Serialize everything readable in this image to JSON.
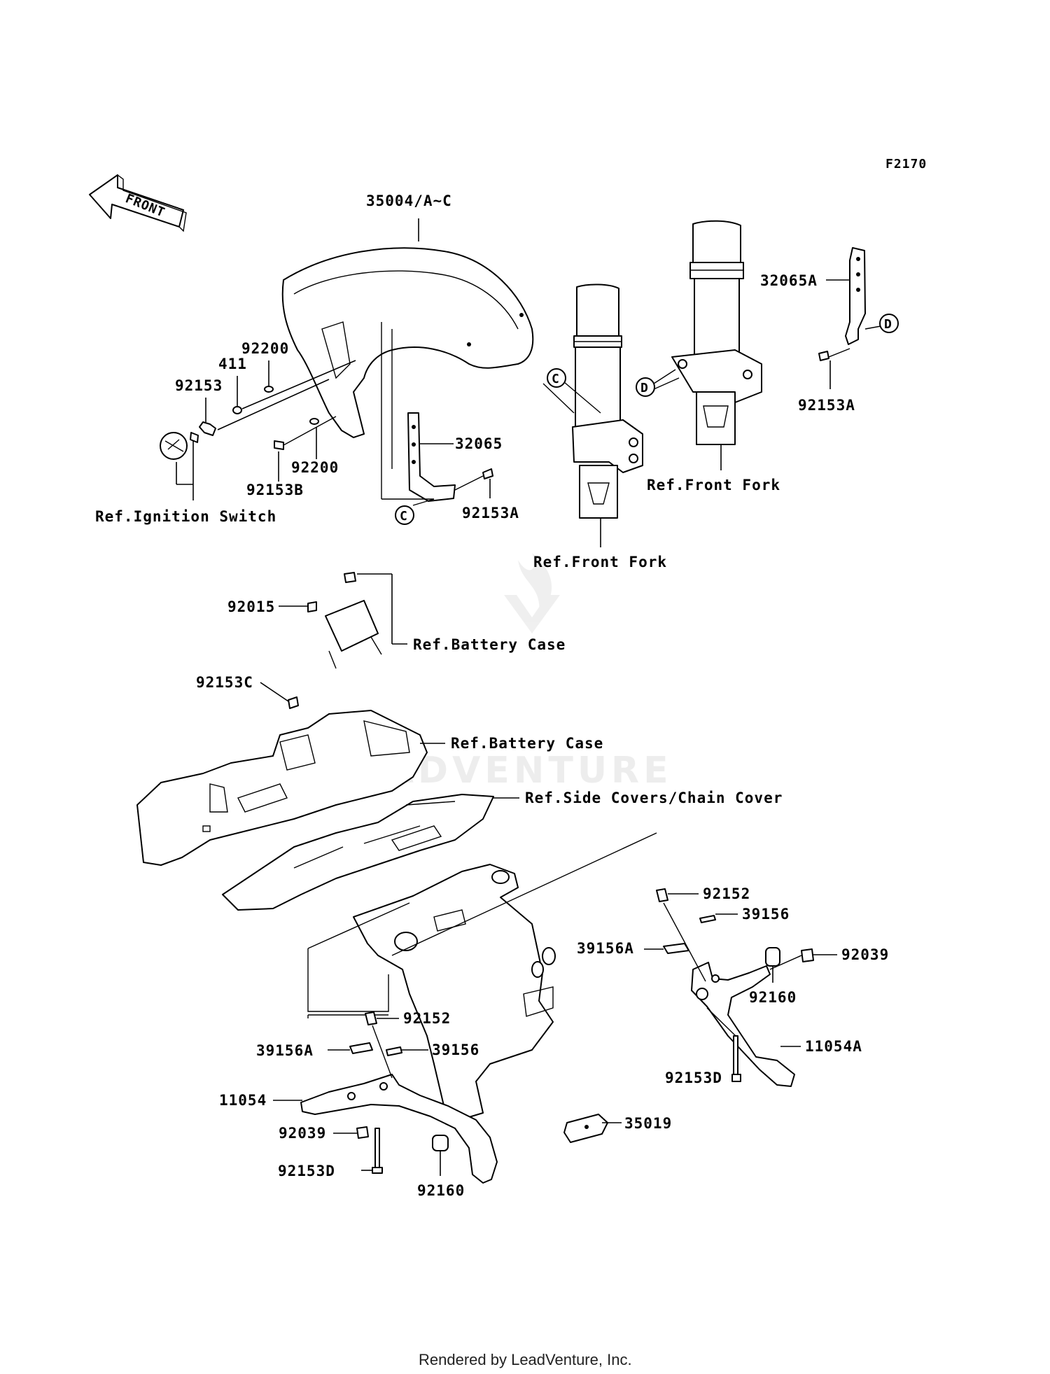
{
  "diagram_id": "F2170",
  "front_arrow_label": "FRONT",
  "watermark": "LEADVENTURE",
  "footer": "Rendered by LeadVenture, Inc.",
  "callout_letters": {
    "c": "C",
    "d": "D"
  },
  "labels": {
    "fender_front": "35004/A~C",
    "p92200_top": "92200",
    "p411": "411",
    "p92153": "92153",
    "p92200_bottom": "92200",
    "p92153b": "92153B",
    "p32065": "32065",
    "p92153a_left": "92153A",
    "ref_ignition": "Ref.Ignition Switch",
    "ref_front_fork_left": "Ref.Front Fork",
    "ref_front_fork_right": "Ref.Front Fork",
    "p32065a": "32065A",
    "p92153a_right": "92153A",
    "p92015": "92015",
    "ref_battery_1": "Ref.Battery Case",
    "p92153c": "92153C",
    "ref_battery_2": "Ref.Battery Case",
    "ref_side_covers": "Ref.Side Covers/Chain Cover",
    "p92152_right": "92152",
    "p39156_right": "39156",
    "p39156a_right": "39156A",
    "p92039_right": "92039",
    "p92160_right": "92160",
    "p11054a": "11054A",
    "p92153d_right": "92153D",
    "p92152_left": "92152",
    "p39156a_left": "39156A",
    "p39156_left": "39156",
    "p11054": "11054",
    "p92039_left": "92039",
    "p92153d_left": "92153D",
    "p92160_left": "92160",
    "p35019": "35019"
  }
}
